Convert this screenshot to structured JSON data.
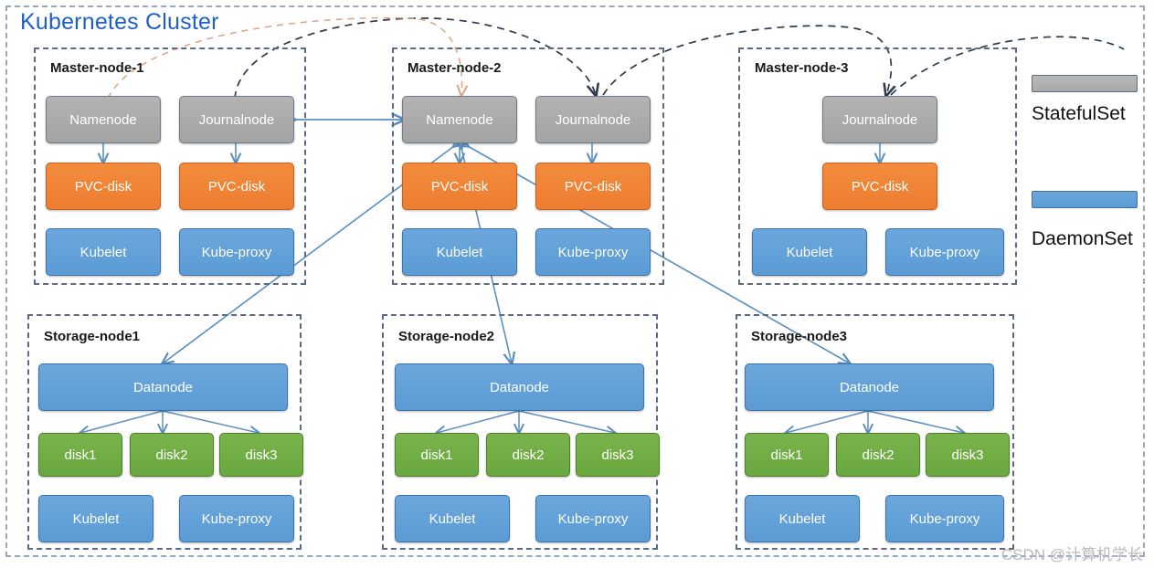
{
  "cluster": {
    "title": "Kubernetes Cluster",
    "title_color": "#1f5fc9",
    "border_color": "#9aa7bd"
  },
  "legend": {
    "items": [
      {
        "label": "StatefulSet",
        "color": "#a9a9a9"
      },
      {
        "label": "DaemonSet",
        "color": "#5b9bd5"
      }
    ]
  },
  "watermark": "CSDN @计算机学长",
  "colors": {
    "statefulset_gray": "#a9a9a9",
    "pvc_orange": "#ed7d31",
    "daemonset_blue": "#5b9bd5",
    "disk_green": "#6aa83f",
    "arrow_blue": "#5b8fc0",
    "arrow_dark_dashed": "#2f3b4d",
    "arrow_orange_dashed": "#e0a080"
  },
  "master_nodes": [
    {
      "name": "Master-node-1",
      "components": [
        {
          "label": "Namenode",
          "kind": "statefulset"
        },
        {
          "label": "Journalnode",
          "kind": "statefulset"
        },
        {
          "label": "PVC-disk",
          "kind": "pvc"
        },
        {
          "label": "PVC-disk",
          "kind": "pvc"
        },
        {
          "label": "Kubelet",
          "kind": "daemonset"
        },
        {
          "label": "Kube-proxy",
          "kind": "daemonset"
        }
      ]
    },
    {
      "name": "Master-node-2",
      "components": [
        {
          "label": "Namenode",
          "kind": "statefulset"
        },
        {
          "label": "Journalnode",
          "kind": "statefulset"
        },
        {
          "label": "PVC-disk",
          "kind": "pvc"
        },
        {
          "label": "PVC-disk",
          "kind": "pvc"
        },
        {
          "label": "Kubelet",
          "kind": "daemonset"
        },
        {
          "label": "Kube-proxy",
          "kind": "daemonset"
        }
      ]
    },
    {
      "name": "Master-node-3",
      "components": [
        {
          "label": "Journalnode",
          "kind": "statefulset"
        },
        {
          "label": "PVC-disk",
          "kind": "pvc"
        },
        {
          "label": "Kubelet",
          "kind": "daemonset"
        },
        {
          "label": "Kube-proxy",
          "kind": "daemonset"
        }
      ]
    }
  ],
  "storage_nodes": [
    {
      "name": "Storage-node1",
      "datanode": "Datanode",
      "disks": [
        "disk1",
        "disk2",
        "disk3"
      ],
      "agents": [
        "Kubelet",
        "Kube-proxy"
      ]
    },
    {
      "name": "Storage-node2",
      "datanode": "Datanode",
      "disks": [
        "disk1",
        "disk2",
        "disk3"
      ],
      "agents": [
        "Kubelet",
        "Kube-proxy"
      ]
    },
    {
      "name": "Storage-node3",
      "datanode": "Datanode",
      "disks": [
        "disk1",
        "disk2",
        "disk3"
      ],
      "agents": [
        "Kubelet",
        "Kube-proxy"
      ]
    }
  ]
}
